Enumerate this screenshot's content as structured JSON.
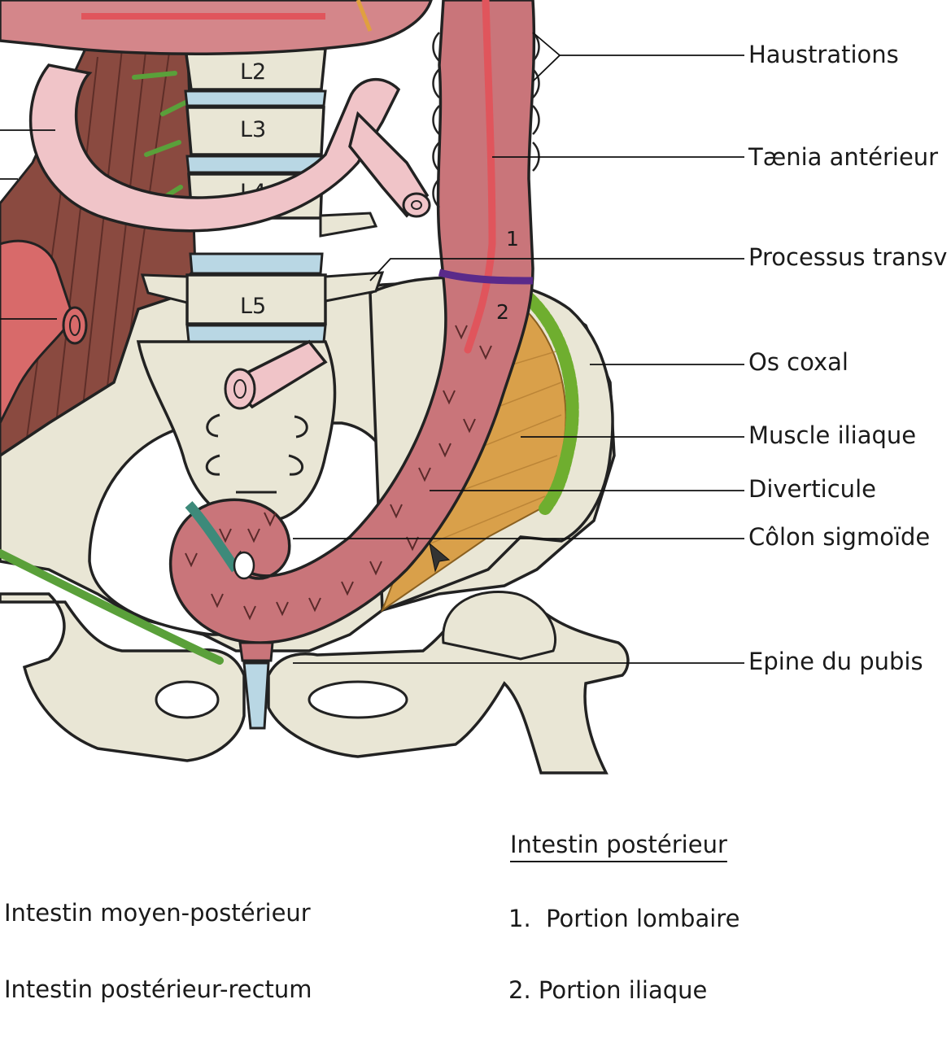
{
  "labels": {
    "haustrations": "Haustrations",
    "taenia": "Tænia antérieur",
    "processus": "Processus transv",
    "os_coxal": "Os coxal",
    "muscle_iliaque": "Muscle iliaque",
    "diverticule": "Diverticule",
    "colon_sigmoide": "Côlon sigmoïde",
    "epine_pubis": "Epine du pubis"
  },
  "vertebrae": {
    "l2": "L2",
    "l3": "L3",
    "l4": "L4",
    "l5": "L5"
  },
  "portion_markers": {
    "one": "1",
    "two": "2"
  },
  "legend": {
    "left": {
      "item1": "Intestin moyen-postérieur",
      "item2": "Intestin postérieur-rectum"
    },
    "right": {
      "title": "Intestin postérieur",
      "item1": "1.  Portion lombaire",
      "item2": "2. Portion iliaque"
    }
  },
  "colors": {
    "bone": "#e9e6d5",
    "colon": "#c9757a",
    "colon_stripe": "#e0555c",
    "disc": "#b9d7e4",
    "muscle_psoas": "#8a4a40",
    "muscle_iliaque": "#d9a04a",
    "divertic_green": "#6fae2f",
    "boundary_purple": "#5a2a8a",
    "teal_band": "#3d8a7a",
    "ureter_pink": "#f0c4c8"
  }
}
